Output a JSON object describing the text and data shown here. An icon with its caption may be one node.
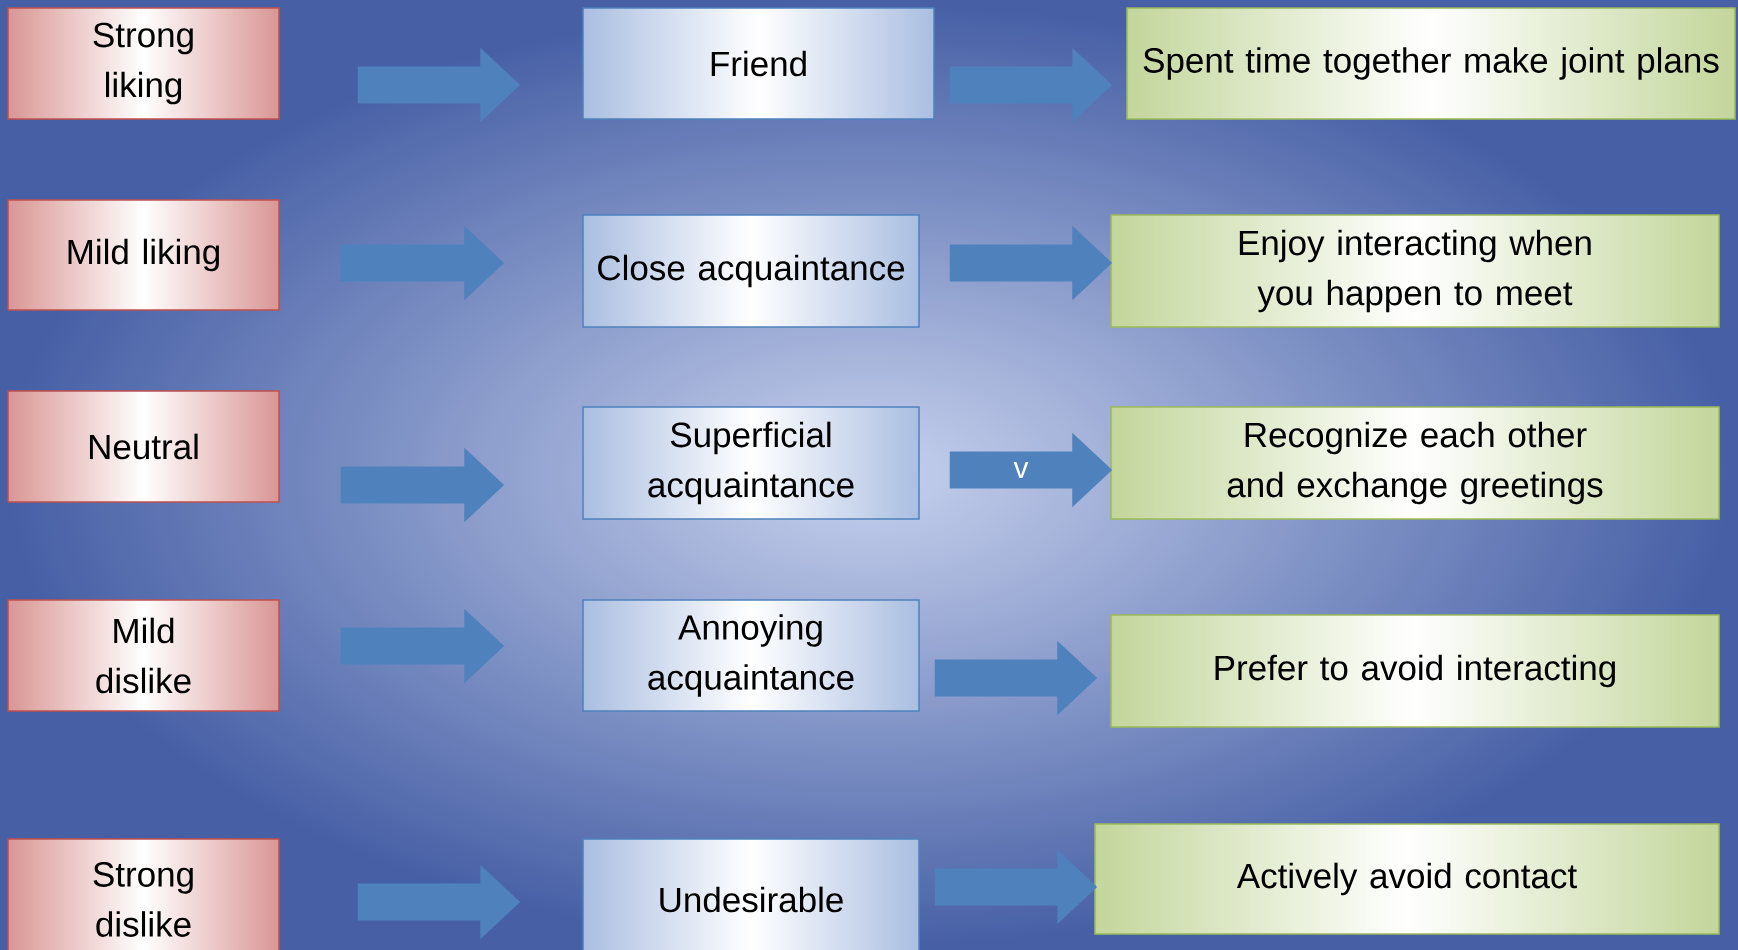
{
  "diagram": {
    "nodes": [
      {
        "text": [
          "Strong liking"
        ]
      },
      {
        "text": [
          "Friend"
        ]
      },
      {
        "text": [
          "Spent time together make joint plans"
        ]
      },
      {
        "text": [
          "Mild liking"
        ]
      },
      {
        "text": [
          "Close acquaintance"
        ]
      },
      {
        "text": [
          "Enjoy interacting when you happen to meet"
        ]
      },
      {
        "text": [
          "Neutral"
        ]
      },
      {
        "text": [
          "Superficial acquaintance"
        ]
      },
      {
        "text": [
          "Recognize each other and exchange greetings"
        ]
      },
      {
        "text": [
          "Mild dislike"
        ]
      },
      {
        "text": [
          "Annoying acquaintance"
        ]
      },
      {
        "text": [
          "Prefer to avoid interacting"
        ]
      },
      {
        "text": [
          "Strong dislike"
        ]
      },
      {
        "text": [
          "Undesirable"
        ]
      },
      {
        "text": [
          "Actively avoid contact"
        ]
      }
    ],
    "edges": [
      {
        "from": 0,
        "to": 1,
        "arrow": "to"
      },
      {
        "from": 1,
        "to": 2,
        "arrow": "to"
      },
      {
        "from": 3,
        "to": 4,
        "arrow": "to"
      },
      {
        "from": 4,
        "to": 5,
        "arrow": "to"
      },
      {
        "from": 6,
        "to": 7,
        "arrow": "to"
      },
      {
        "from": 7,
        "to": 8,
        "arrow": "to",
        "label": "v"
      },
      {
        "from": 9,
        "to": 10,
        "arrow": "to"
      },
      {
        "from": 10,
        "to": 11,
        "arrow": "to"
      },
      {
        "from": 12,
        "to": 13,
        "arrow": "to"
      },
      {
        "from": 13,
        "to": 14,
        "arrow": "to"
      }
    ]
  }
}
